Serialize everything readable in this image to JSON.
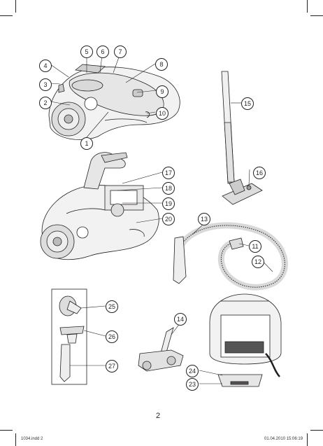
{
  "callouts": [
    "1",
    "2",
    "3",
    "4",
    "5",
    "6",
    "7",
    "8",
    "9",
    "10",
    "11",
    "12",
    "13",
    "14",
    "15",
    "16",
    "17",
    "18",
    "19",
    "20",
    "23",
    "24",
    "25",
    "26",
    "27"
  ],
  "page_number": "2",
  "footer": {
    "left": "1034.indd   2",
    "right": "01.04.2010   15:06:19"
  }
}
